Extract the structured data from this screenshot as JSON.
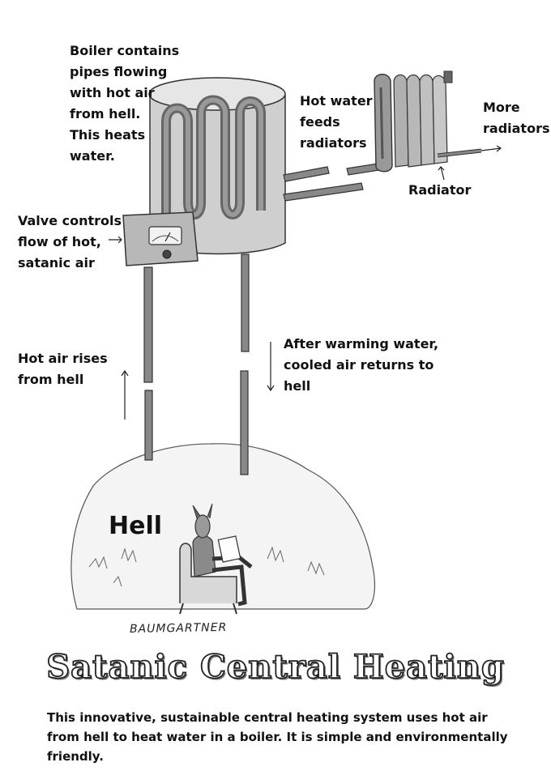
{
  "labels": {
    "boiler": "Boiler contains\npipes flowing\nwith hot air\nfrom hell.\nThis heats\nwater.",
    "hot_water": "Hot water\nfeeds\nradiators",
    "more_radiators": "More\nradiators",
    "radiator": "Radiator",
    "valve": "Valve controls\nflow of hot,\nsatanic air",
    "hot_air_rises": "Hot air rises\nfrom hell",
    "after_warming": "After warming water,\ncooled air returns to\nhell",
    "hell": "Hell"
  },
  "signature": "BAUMGARTNER",
  "title": "Satanic Central Heating",
  "caption": "This innovative, sustainable central heating system uses hot air from hell to heat water in a boiler. It is simple and environmentally friendly."
}
